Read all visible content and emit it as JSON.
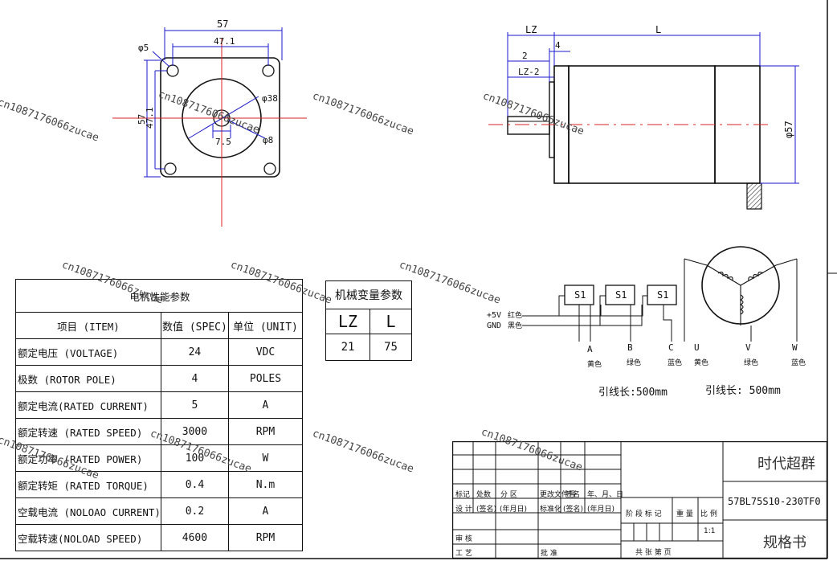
{
  "front_view": {
    "dim_57": "57",
    "dim_47_1": "47.1",
    "dim_phi5": "φ5",
    "dim_phi38": "φ38",
    "dim_phi8": "φ8",
    "dim_7_5": "7.5",
    "dim_57_v": "57",
    "dim_47_1_v": "47.1"
  },
  "side_view": {
    "dim_lz": "LZ",
    "dim_l": "L",
    "dim_4": "4",
    "dim_2": "2",
    "dim_lz2": "LZ-2",
    "dim_phi57": "φ57"
  },
  "perf_table": {
    "title": "电机性能参数",
    "headers": [
      "项目 (ITEM)",
      "数值 (SPEC)",
      "单位 (UNIT)"
    ],
    "rows": [
      {
        "item": "额定电压 (VOLTAGE)",
        "spec": "24",
        "unit": "VDC"
      },
      {
        "item": "极数 (ROTOR POLE)",
        "spec": "4",
        "unit": "POLES"
      },
      {
        "item": "额定电流(RATED CURRENT)",
        "spec": "5",
        "unit": "A"
      },
      {
        "item": "额定转速 (RATED SPEED)",
        "spec": "3000",
        "unit": "RPM"
      },
      {
        "item": "额定功率 (RATED POWER)",
        "spec": "100",
        "unit": "W"
      },
      {
        "item": "额定转矩 (RATED TORQUE)",
        "spec": "0.4",
        "unit": "N.m"
      },
      {
        "item": "空载电流 (NOLOAO CURRENT)",
        "spec": "0.2",
        "unit": "A"
      },
      {
        "item": "空载转速(NOLOAD SPEED)",
        "spec": "4600",
        "unit": "RPM"
      }
    ]
  },
  "mech_table": {
    "title": "机械变量参数",
    "headers": [
      "LZ",
      "L"
    ],
    "values": [
      "21",
      "75"
    ]
  },
  "wiring": {
    "sensors": [
      "S1",
      "S1",
      "S1"
    ],
    "plus5v": "+5V",
    "plus5v_color": "红色",
    "gnd": "GND",
    "gnd_color": "黑色",
    "hall": [
      {
        "label": "A",
        "color": "黄色"
      },
      {
        "label": "B",
        "color": "绿色"
      },
      {
        "label": "C",
        "color": "蓝色"
      }
    ],
    "phases": [
      {
        "label": "U",
        "color": "黄色"
      },
      {
        "label": "V",
        "color": "绿色"
      },
      {
        "label": "W",
        "color": "蓝色"
      }
    ],
    "lead_len_1": "引线长:500mm",
    "lead_len_2": "引线长: 500mm"
  },
  "title_block": {
    "company": "时代超群",
    "model": "57BL75S10-230TF0",
    "doc": "规格书",
    "row_mark": [
      "标记",
      "处数",
      "分 区",
      "更改文件号",
      "签名",
      "年、月、日"
    ],
    "row_design": [
      "设 计",
      "(签名)",
      "(年月日)",
      "标准化",
      "(签名)",
      "(年月日)"
    ],
    "stage_labels": "阶 段 标 记",
    "weight": "重 量",
    "scale": "比 例",
    "scale_value": "1:1",
    "review": "审 核",
    "craft": "工 艺",
    "approve": "批 准",
    "sheets": "共  张  第  页"
  },
  "watermark": "cn1087176066zucae"
}
